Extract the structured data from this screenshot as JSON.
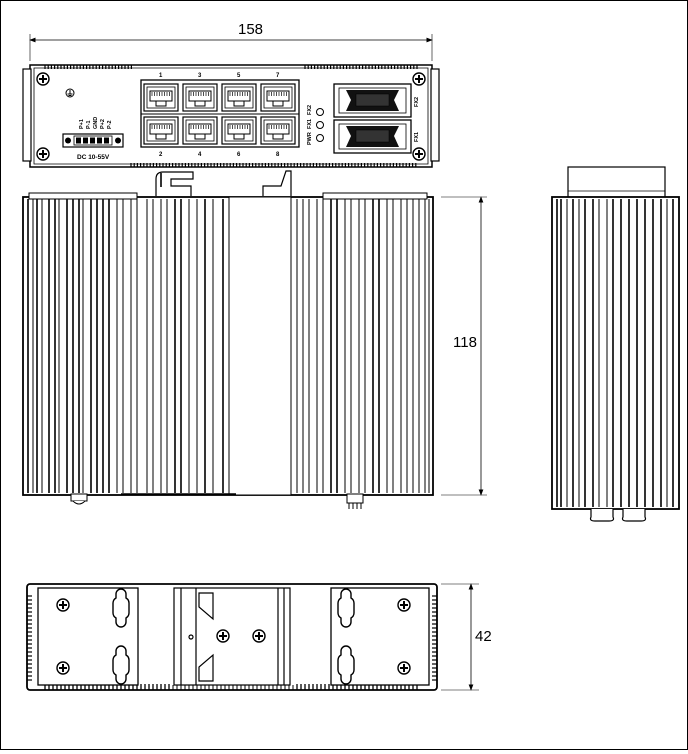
{
  "dimensions": {
    "width": "158",
    "height": "118",
    "depth": "42"
  },
  "power": {
    "pins": [
      "P+1",
      "P-1",
      "GND",
      "P+2",
      "P-2"
    ],
    "rating": "DC 10-55V"
  },
  "ports": {
    "top": [
      "1",
      "3",
      "5",
      "7"
    ],
    "bottom": [
      "2",
      "4",
      "6",
      "8"
    ]
  },
  "leds": [
    "PWR",
    "FX1",
    "FX2"
  ],
  "fiber": {
    "upper": "FX2",
    "lower": "FX1"
  }
}
